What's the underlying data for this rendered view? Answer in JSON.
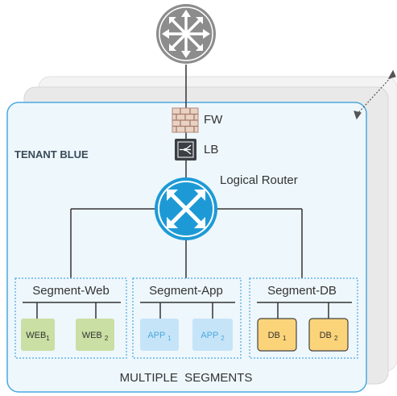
{
  "diagram": {
    "fw_label": "FW",
    "lb_label": "LB",
    "router_label": "Logical Router",
    "tenant_label": "TENANT BLUE",
    "footer_label": "MULTIPLE  SEGMENTS",
    "segments": [
      {
        "title": "Segment-Web",
        "vms": [
          {
            "name": "WEB",
            "sub": "1"
          },
          {
            "name": "WEB ",
            "sub": "2"
          }
        ]
      },
      {
        "title": "Segment-App",
        "vms": [
          {
            "name": "APP ",
            "sub": "1"
          },
          {
            "name": "APP ",
            "sub": "2"
          }
        ]
      },
      {
        "title": "Segment-DB",
        "vms": [
          {
            "name": "DB ",
            "sub": "1"
          },
          {
            "name": "DB ",
            "sub": "2"
          }
        ]
      }
    ],
    "colors": {
      "tenant_fill": "#eef7fc",
      "tenant_border": "#4aa9de",
      "router_blue": "#1d9ad6",
      "core_router_gray": "#8c8c8c",
      "web_vm": "#c9dfa3",
      "app_vm": "#c6e4f8",
      "db_vm": "#fbd47a",
      "segment_border": "#4aa9de"
    }
  }
}
